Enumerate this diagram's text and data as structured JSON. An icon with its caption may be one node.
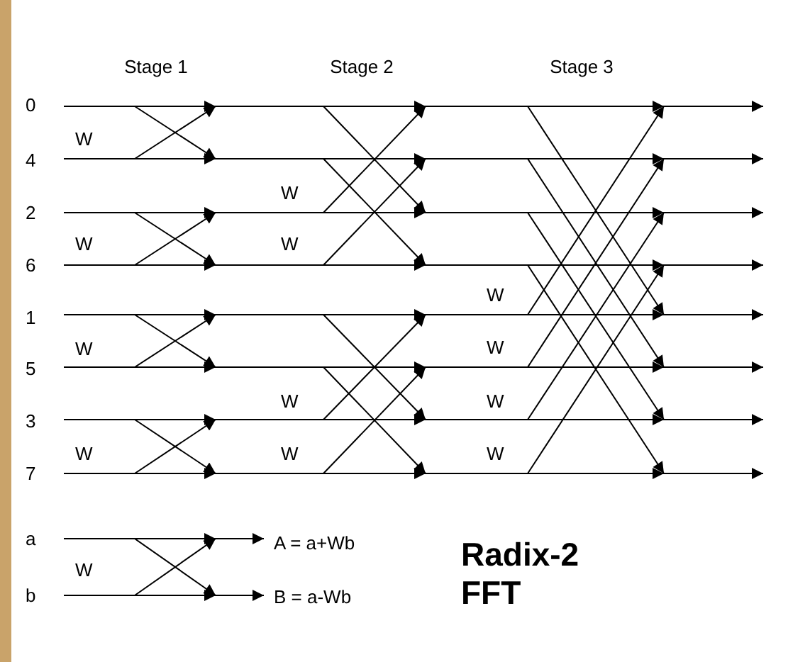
{
  "diagram": {
    "title": "Radix-2 FFT",
    "labels": [
      "Stage 1",
      "Stage 2",
      "Stage 3",
      "0",
      "W",
      "4",
      "W",
      "2",
      "W",
      "W",
      "6",
      "W",
      "1",
      "W",
      "W",
      "5",
      "W",
      "W",
      "3",
      "W",
      "W",
      "W",
      "7",
      "a",
      "A = a+Wb",
      "W",
      "b",
      "B = a-Wb"
    ]
  }
}
